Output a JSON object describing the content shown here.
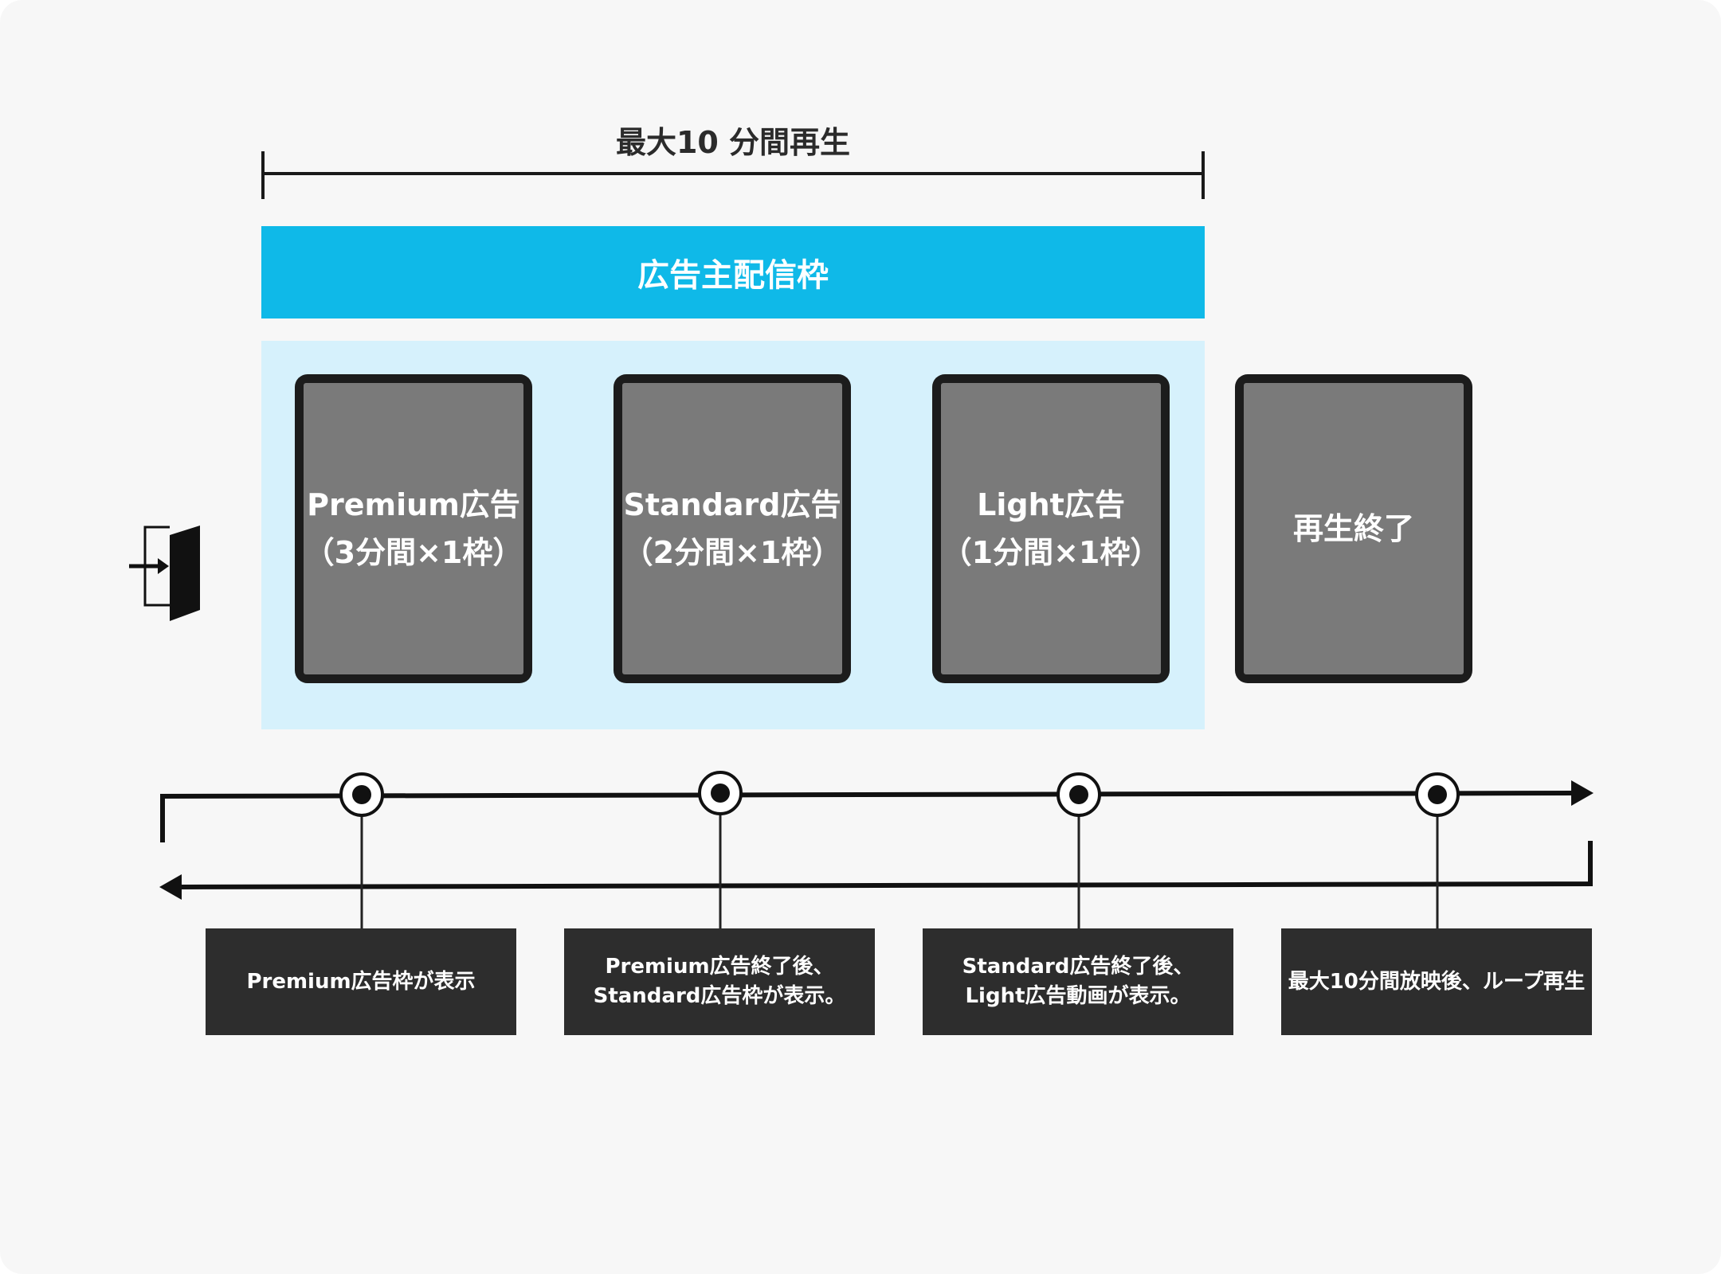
{
  "duration": {
    "label": "最大10 分間再生"
  },
  "banner": {
    "label": "広告主配信枠"
  },
  "slots": [
    {
      "title": "Premium広告",
      "detail": "（3分間×1枠）"
    },
    {
      "title": "Standard広告",
      "detail": "（2分間×1枠）"
    },
    {
      "title": "Light広告",
      "detail": "（1分間×1枠）"
    }
  ],
  "end_slot": {
    "title": "再生終了"
  },
  "steps": [
    {
      "line1": "Premium広告枠が表示",
      "line2": ""
    },
    {
      "line1": "Premium広告終了後、",
      "line2": "Standard広告枠が表示。"
    },
    {
      "line1": "Standard広告終了後、",
      "line2": "Light広告動画が表示。"
    },
    {
      "line1": "最大10分間放映後、ループ再生",
      "line2": ""
    }
  ],
  "icons": {
    "entry": "enter-door-icon"
  },
  "colors": {
    "banner": "#0fb9e8",
    "zone": "#d6f1fc",
    "tablet_frame": "#1c1c1c",
    "tablet_screen": "#7a7a7a",
    "caption": "#2d2d2d",
    "background": "#f7f7f7"
  }
}
